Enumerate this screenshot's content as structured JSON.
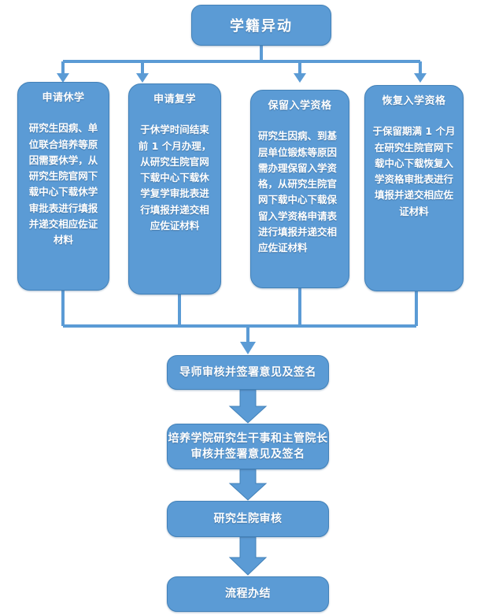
{
  "chart_data": {
    "type": "diagram",
    "title": "学籍异动",
    "diagram_kind": "flowchart",
    "orientation": "top-down",
    "nodes": [
      {
        "id": "root",
        "label": "学籍异动",
        "level": 0
      },
      {
        "id": "leave",
        "label": "申请休学",
        "level": 1,
        "body": "研究生因病、单位联合培养等原因需要休学，从研究生院官网下载中心下载休学审批表进行填报并递交相应佐证材料"
      },
      {
        "id": "return",
        "label": "申请复学",
        "level": 1,
        "body": "于休学时间结束前 1 个月办理，从研究生院官网下载中心下载休学复学审批表进行填报并递交相应佐证材料"
      },
      {
        "id": "reserve",
        "label": "保留入学资格",
        "level": 1,
        "body": "研究生因病、到基层单位锻炼等原因需办理保留入学资格，从研究生院官网下载中心下载保留入学资格申请表进行填报并递交相应佐证材料"
      },
      {
        "id": "restore",
        "label": "恢复入学资格",
        "level": 1,
        "body": "于保留期满 1 个月在研究生院官网下载中心下载恢复入学资格审批表进行填报并递交相应佐证材料"
      },
      {
        "id": "advisor",
        "label": "导师审核并签署意见及签名",
        "level": 2
      },
      {
        "id": "college",
        "label": "培养学院研究生干事和主管院长审核并签署意见及签名",
        "level": 3
      },
      {
        "id": "gradschool",
        "label": "研究生院审核",
        "level": 4
      },
      {
        "id": "done",
        "label": "流程办结",
        "level": 5
      }
    ],
    "edges": [
      {
        "from": "root",
        "to": "leave"
      },
      {
        "from": "root",
        "to": "return"
      },
      {
        "from": "root",
        "to": "reserve"
      },
      {
        "from": "root",
        "to": "restore"
      },
      {
        "from": "leave",
        "to": "advisor"
      },
      {
        "from": "return",
        "to": "advisor"
      },
      {
        "from": "reserve",
        "to": "advisor"
      },
      {
        "from": "restore",
        "to": "advisor"
      },
      {
        "from": "advisor",
        "to": "college"
      },
      {
        "from": "college",
        "to": "gradschool"
      },
      {
        "from": "gradschool",
        "to": "done"
      }
    ],
    "colors": {
      "node_fill": "#5B9BD5",
      "node_border": "#4281B8",
      "connector": "#5B9BD5",
      "text": "#FFFFFF",
      "background": "#FFFFFF"
    }
  },
  "root": {
    "label": "学籍异动"
  },
  "branches": [
    {
      "title": "申请休学",
      "body": "研究生因病、单位联合培养等原因需要休学，从研究生院官网下载中心下载休学审批表进行填报并递交相应佐证材料"
    },
    {
      "title": "申请复学",
      "body": "于休学时间结束前 1 个月办理，从研究生院官网下载中心下载休学复学审批表进行填报并递交相应佐证材料"
    },
    {
      "title": "保留入学资格",
      "body": "研究生因病、到基层单位锻炼等原因需办理保留入学资格，从研究生院官网下载中心下载保留入学资格申请表进行填报并递交相应佐证材料"
    },
    {
      "title": "恢复入学资格",
      "body": "于保留期满 1 个月在研究生院官网下载中心下载恢复入学资格审批表进行填报并递交相应佐证材料"
    }
  ],
  "sequence": [
    {
      "label": "导师审核并签署意见及签名"
    },
    {
      "label": "培养学院研究生干事和主管院长审核并签署意见及签名"
    },
    {
      "label": "研究生院审核"
    },
    {
      "label": "流程办结"
    }
  ]
}
